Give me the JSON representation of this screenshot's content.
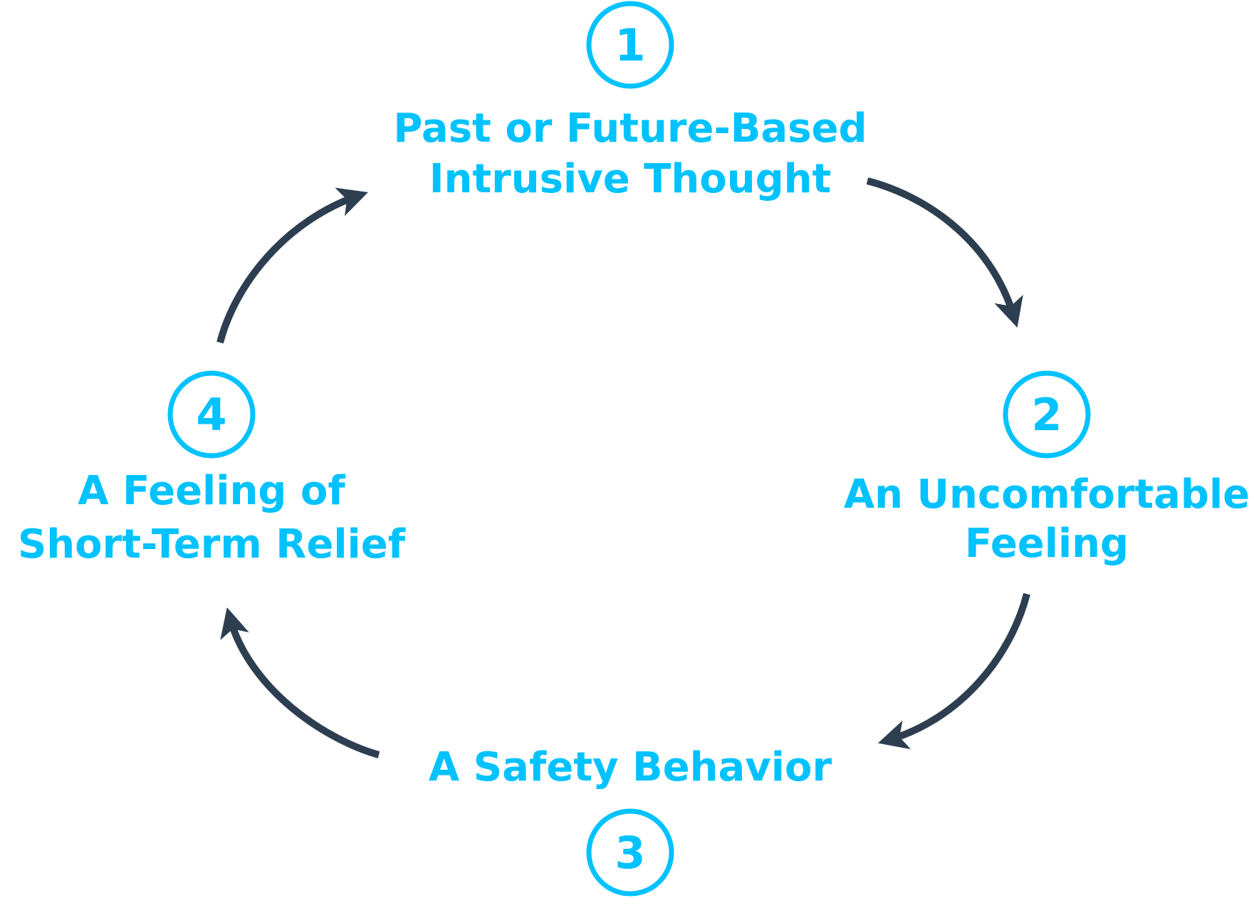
{
  "diagram": {
    "type": "cycle",
    "colors": {
      "accent": "#00c2ff",
      "arrow": "#2d3e50",
      "background": "#ffffff"
    },
    "steps": [
      {
        "number": "1",
        "lines": [
          "Past or Future-Based",
          "Intrusive Thought"
        ]
      },
      {
        "number": "2",
        "lines": [
          "An Uncomfortable",
          "Feeling"
        ]
      },
      {
        "number": "3",
        "lines": [
          "A Safety Behavior"
        ]
      },
      {
        "number": "4",
        "lines": [
          "A Feeling of",
          "Short-Term Relief"
        ]
      }
    ],
    "arrows": [
      {
        "from": "1",
        "to": "2"
      },
      {
        "from": "2",
        "to": "3"
      },
      {
        "from": "3",
        "to": "4"
      },
      {
        "from": "4",
        "to": "1"
      }
    ]
  }
}
